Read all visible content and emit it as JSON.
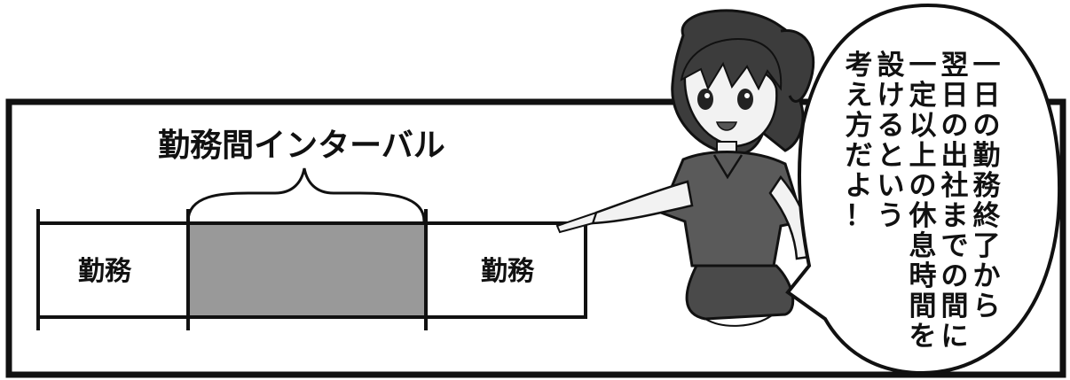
{
  "diagram": {
    "title": "勤務間インターバル",
    "left_label": "勤務",
    "right_label": "勤務",
    "colors": {
      "interval_fill": "#999999",
      "line": "#111111",
      "background": "#ffffff"
    }
  },
  "speech_bubble": {
    "lines": [
      "一日の勤務終了から",
      "翌日の出社までの間に",
      "一定以上の休息時間を",
      "設けるという",
      "考え方だよ！"
    ]
  },
  "character": {
    "icon": "pointing-girl-illustration"
  }
}
